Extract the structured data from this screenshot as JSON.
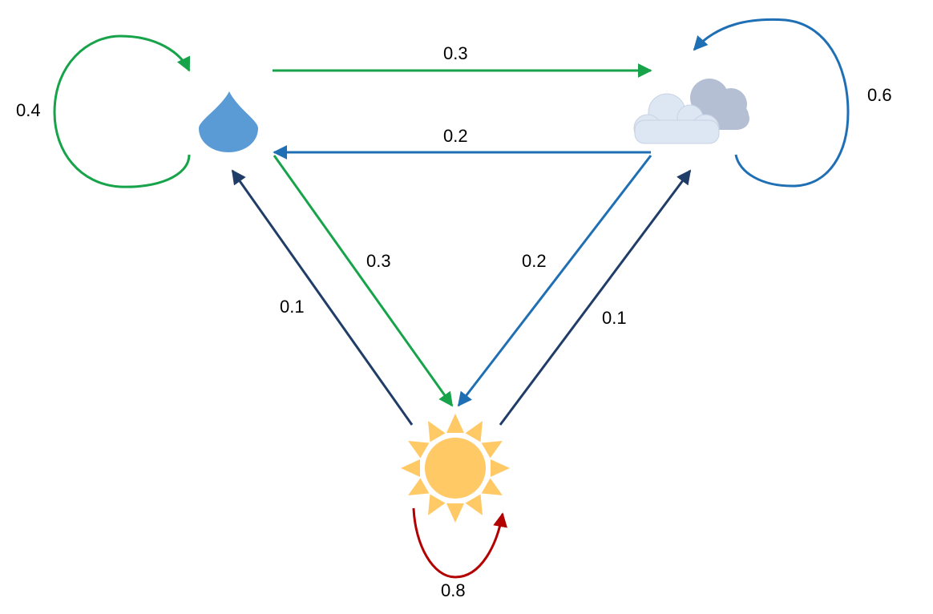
{
  "colors": {
    "rain_edge": "#17a34a",
    "cloud_edge": "#1f6fb5",
    "sun_edge": "#1f3d66",
    "sun_self": "#b30000",
    "raindrop": "#5b9bd5",
    "cloud_front": "#dde6f3",
    "cloud_back": "#b4bfd4",
    "sun": "#ffc966"
  },
  "nodes": {
    "rain": {
      "icon": "raindrop-icon"
    },
    "cloudy": {
      "icon": "cloud-icon"
    },
    "sunny": {
      "icon": "sun-icon"
    }
  },
  "edges": {
    "rain_rain": "0.4",
    "rain_cloudy": "0.3",
    "cloudy_rain": "0.2",
    "cloudy_cloudy": "0.6",
    "rain_sunny": "0.3",
    "cloudy_sunny": "0.2",
    "sunny_rain": "0.1",
    "sunny_cloudy": "0.1",
    "sunny_sunny": "0.8"
  }
}
